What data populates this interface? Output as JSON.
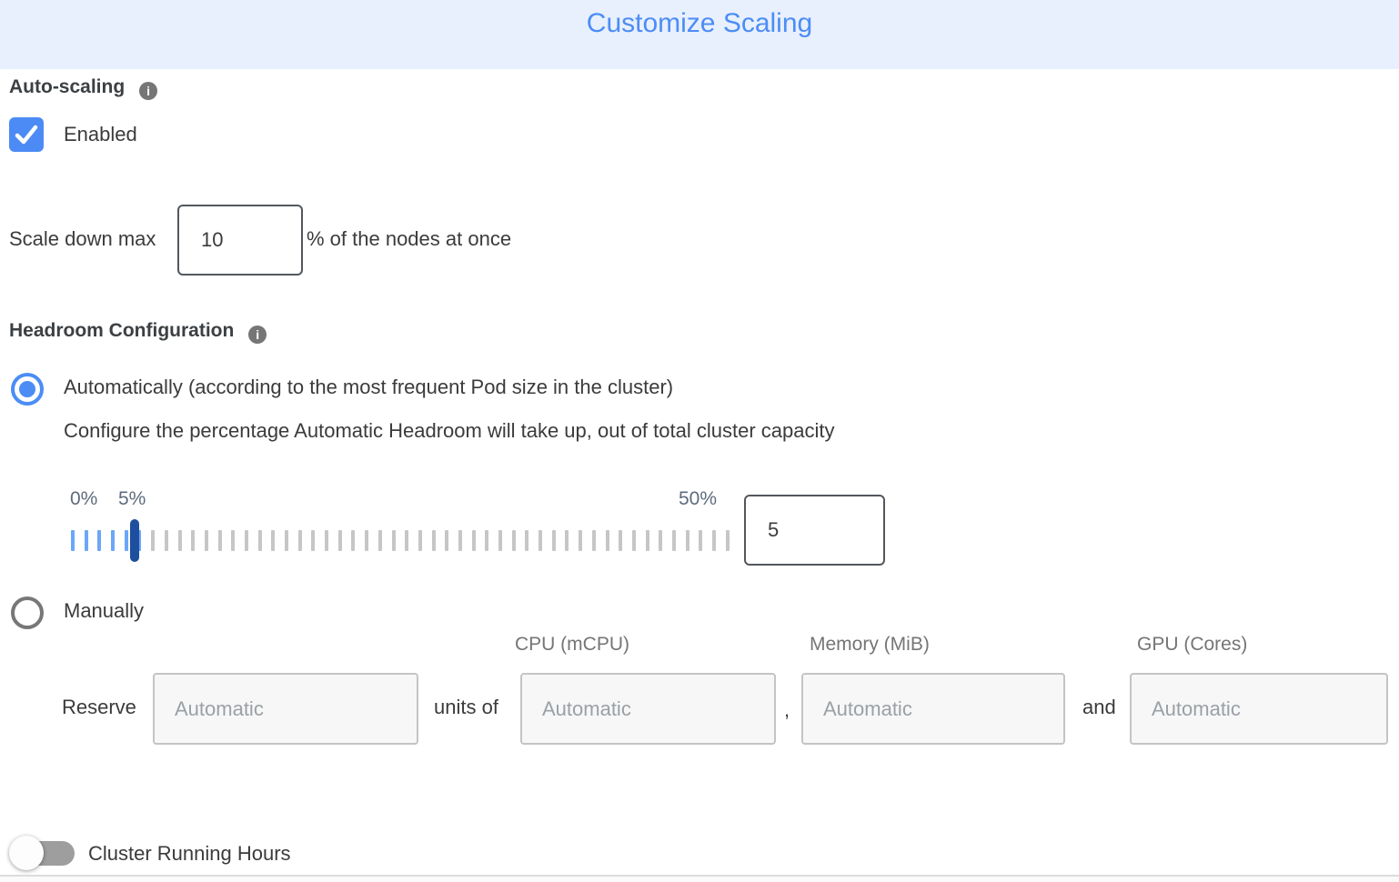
{
  "title": "Customize Scaling",
  "auto_scaling": {
    "section_label": "Auto-scaling",
    "checkbox_label": "Enabled",
    "checkbox_checked": true
  },
  "scale_down": {
    "label_prefix": "Scale down max",
    "input_value": "10",
    "label_suffix": "% of the nodes at once"
  },
  "headroom": {
    "section_label": "Headroom Configuration",
    "automatic_option_label": "Automatically (according to the most frequent Pod size in the cluster)",
    "automatic_description": "Configure the percentage Automatic Headroom will take up, out of total cluster capacity",
    "automatic_selected": true,
    "manual_option_label": "Manually",
    "manual_selected": false,
    "slider": {
      "min_label": "0%",
      "value_label": "5%",
      "max_label": "50%",
      "tick_count": 50,
      "blue_tick_count": 6,
      "handle_tick_index": 5,
      "input_value": "5"
    }
  },
  "manual_headroom": {
    "column_headers": [
      "CPU (mCPU)",
      "Memory (MiB)",
      "GPU (Cores)"
    ],
    "reserve_label": "Reserve",
    "units_of_label": "units of",
    "separator_comma": ",",
    "separator_and": "and",
    "inputs_placeholder": "Automatic"
  },
  "cluster_running_hours": {
    "label": "Cluster Running Hours",
    "enabled": false
  },
  "colors": {
    "accent_blue": "#4c8df5",
    "header_bg": "#e8f0fe",
    "slider_tick_blue": "#6ca6f8",
    "slider_tick_gray": "#c6c6c6",
    "slider_handle": "#1d4f9e",
    "info_icon_gray": "#767676"
  }
}
